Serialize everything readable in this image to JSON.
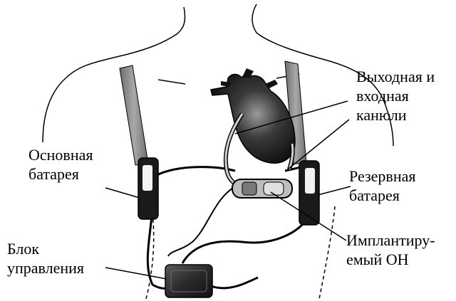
{
  "labels": {
    "cannulas": [
      "Выходная и",
      "входная",
      "канюли"
    ],
    "main_battery": [
      "Основная",
      "батарея"
    ],
    "reserve_battery": [
      "Резервная",
      "батарея"
    ],
    "control_unit": [
      "Блок",
      "управления"
    ],
    "implanted_pump": [
      "Имплантиру-",
      "емый ОН"
    ]
  },
  "colors": {
    "ink": "#000000",
    "strap": "#8a8a8a",
    "battery": "#1a1a1a",
    "heart": "#2b2b2b",
    "pump": "#bdbdbd"
  }
}
